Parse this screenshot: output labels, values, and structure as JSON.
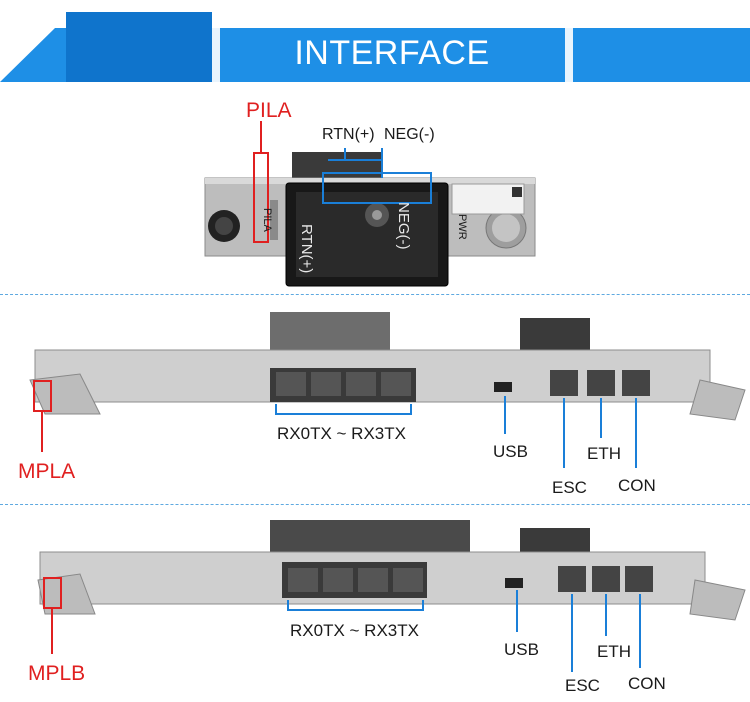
{
  "header": {
    "title": "INTERFACE DIAGRAM"
  },
  "pila": {
    "label": "PILA",
    "rtn": "RTN(+)",
    "neg": "NEG(-)",
    "panel_rtn": "RTN(+)",
    "panel_neg": "NEG(-)",
    "panel_pila": "PILA",
    "panel_pwr": "PWR"
  },
  "mpla": {
    "label": "MPLA",
    "rx": "RX0TX ~ RX3TX",
    "usb": "USB",
    "eth": "ETH",
    "esc": "ESC",
    "con": "CON"
  },
  "mplb": {
    "label": "MPLB",
    "rx": "RX0TX ~ RX3TX",
    "usb": "USB",
    "eth": "ETH",
    "esc": "ESC",
    "con": "CON"
  },
  "colors": {
    "banner_blue": "#1e8fe6",
    "accent_red": "#e02020",
    "leader_blue": "#1a7fd8"
  }
}
